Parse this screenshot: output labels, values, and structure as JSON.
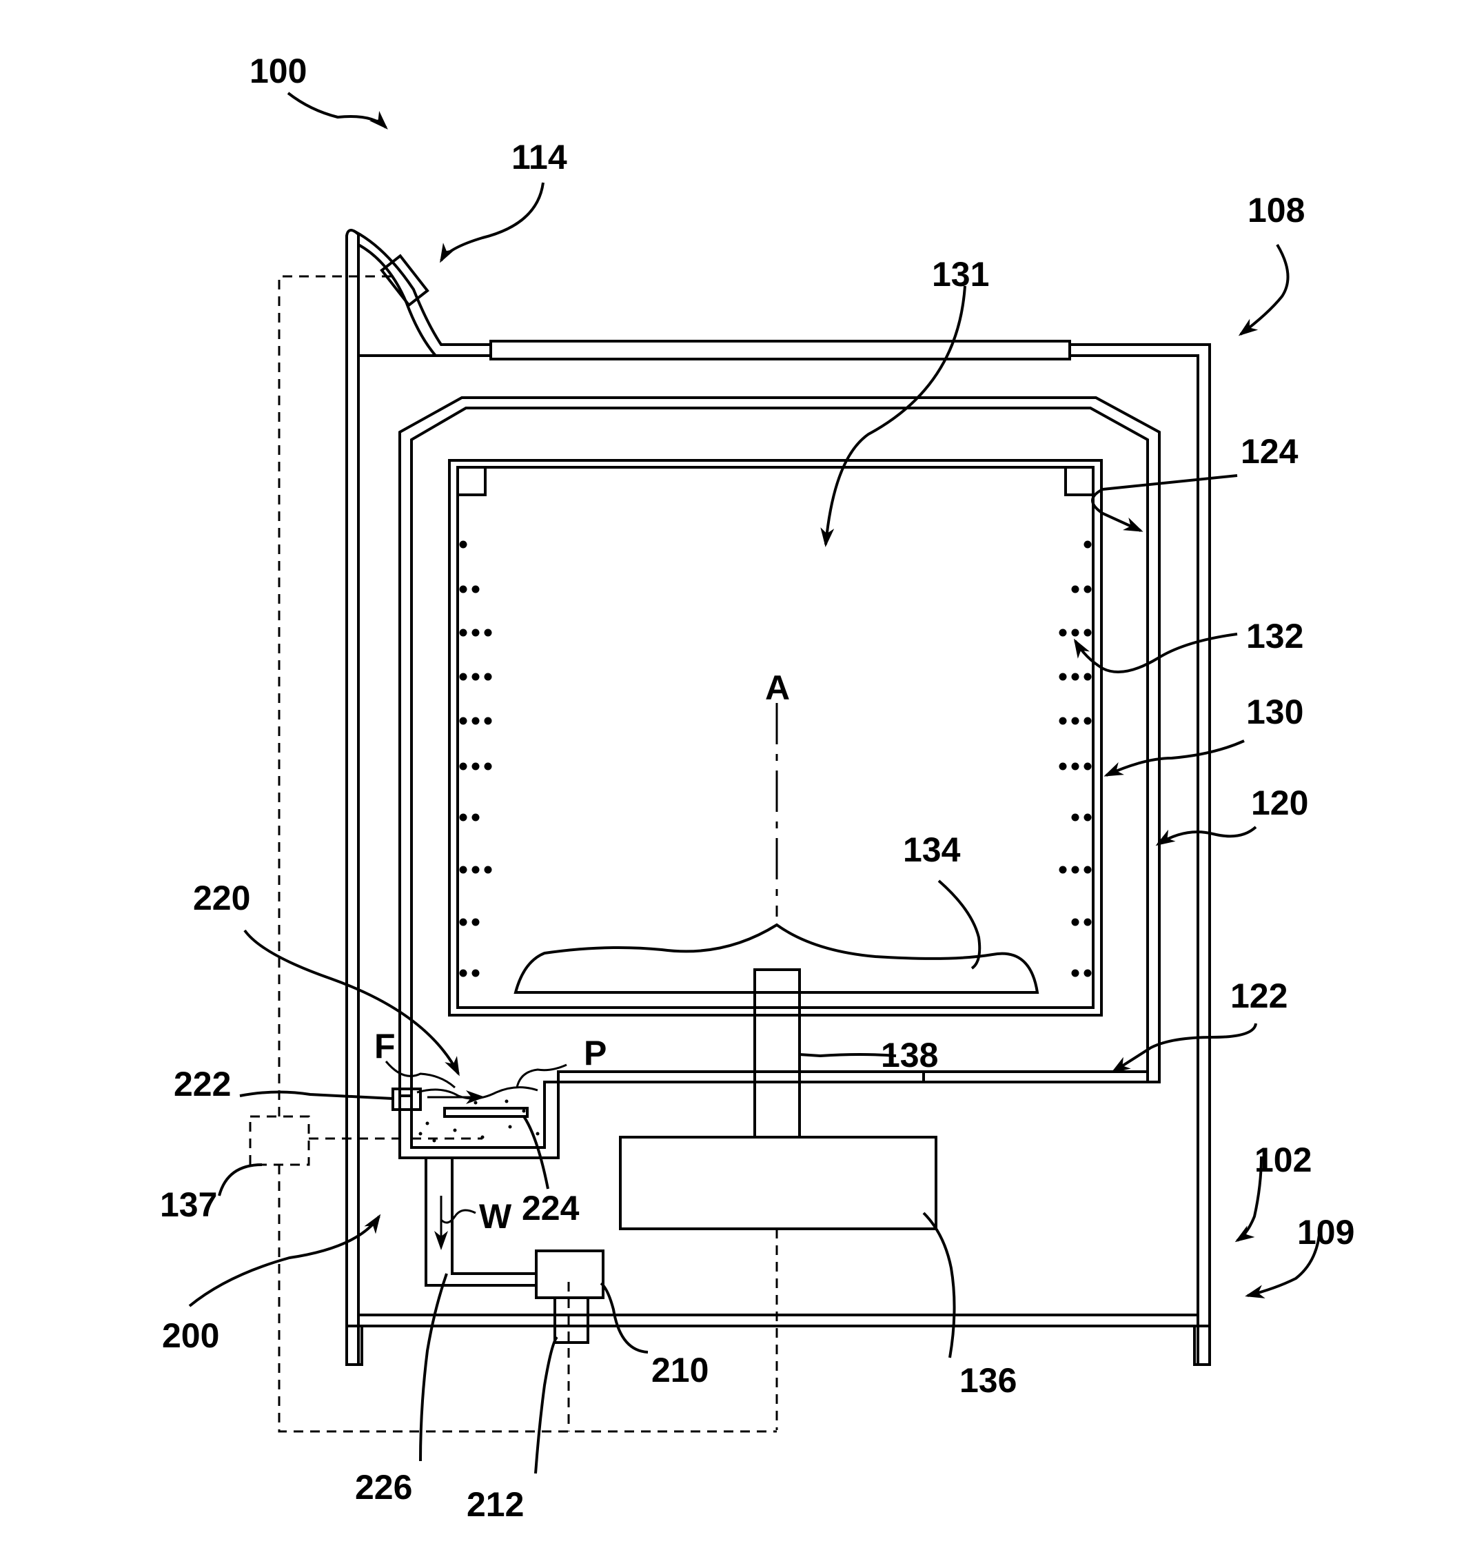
{
  "figure": {
    "labels": {
      "l100": "100",
      "l114": "114",
      "l108": "108",
      "l131": "131",
      "l124": "124",
      "l132": "132",
      "l130": "130",
      "l120": "120",
      "lA": "A",
      "l134": "134",
      "l220": "220",
      "l122": "122",
      "lF": "F",
      "lP": "P",
      "l138": "138",
      "l222": "222",
      "l137": "137",
      "l224": "224",
      "lW": "W",
      "l102": "102",
      "l109": "109",
      "l200": "200",
      "l210": "210",
      "l136": "136",
      "l226": "226",
      "l212": "212"
    }
  }
}
